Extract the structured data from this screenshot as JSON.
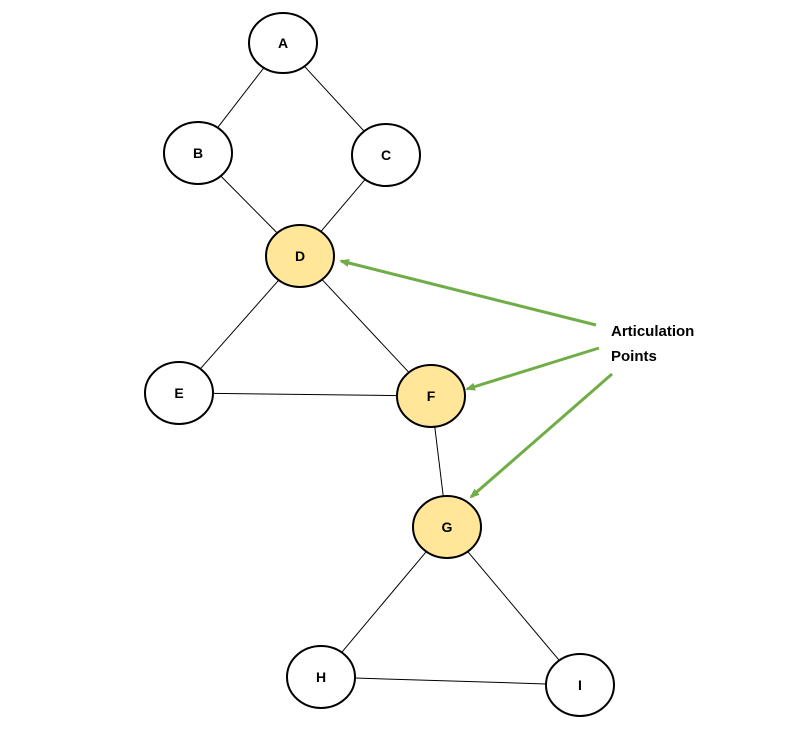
{
  "graph": {
    "nodes": [
      {
        "id": "A",
        "label": "A",
        "articulation": false
      },
      {
        "id": "B",
        "label": "B",
        "articulation": false
      },
      {
        "id": "C",
        "label": "C",
        "articulation": false
      },
      {
        "id": "D",
        "label": "D",
        "articulation": true
      },
      {
        "id": "E",
        "label": "E",
        "articulation": false
      },
      {
        "id": "F",
        "label": "F",
        "articulation": true
      },
      {
        "id": "G",
        "label": "G",
        "articulation": true
      },
      {
        "id": "H",
        "label": "H",
        "articulation": false
      },
      {
        "id": "I",
        "label": "I",
        "articulation": false
      }
    ],
    "edges": [
      [
        "A",
        "B"
      ],
      [
        "A",
        "C"
      ],
      [
        "B",
        "D"
      ],
      [
        "C",
        "D"
      ],
      [
        "D",
        "E"
      ],
      [
        "D",
        "F"
      ],
      [
        "E",
        "F"
      ],
      [
        "F",
        "G"
      ],
      [
        "G",
        "H"
      ],
      [
        "G",
        "I"
      ],
      [
        "H",
        "I"
      ]
    ]
  },
  "callout": {
    "line1": "Articulation",
    "line2": "Points",
    "targets": [
      "D",
      "F",
      "G"
    ]
  },
  "colors": {
    "articulation_fill": "#FFE699",
    "normal_fill": "#FFFFFF",
    "outline": "#000000",
    "arrow": "#70AD47"
  }
}
